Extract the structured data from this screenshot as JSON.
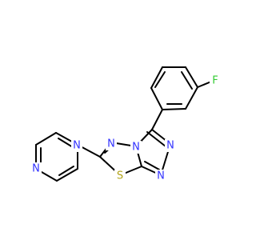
{
  "colors": {
    "background": "#ffffff",
    "bond": "#000000",
    "nitrogen": "#3333ff",
    "sulfur": "#b2a41a",
    "fluorine": "#33cc33"
  },
  "atoms": {
    "fluorine": "F",
    "sulfur": "S",
    "nitrogen": "N"
  }
}
